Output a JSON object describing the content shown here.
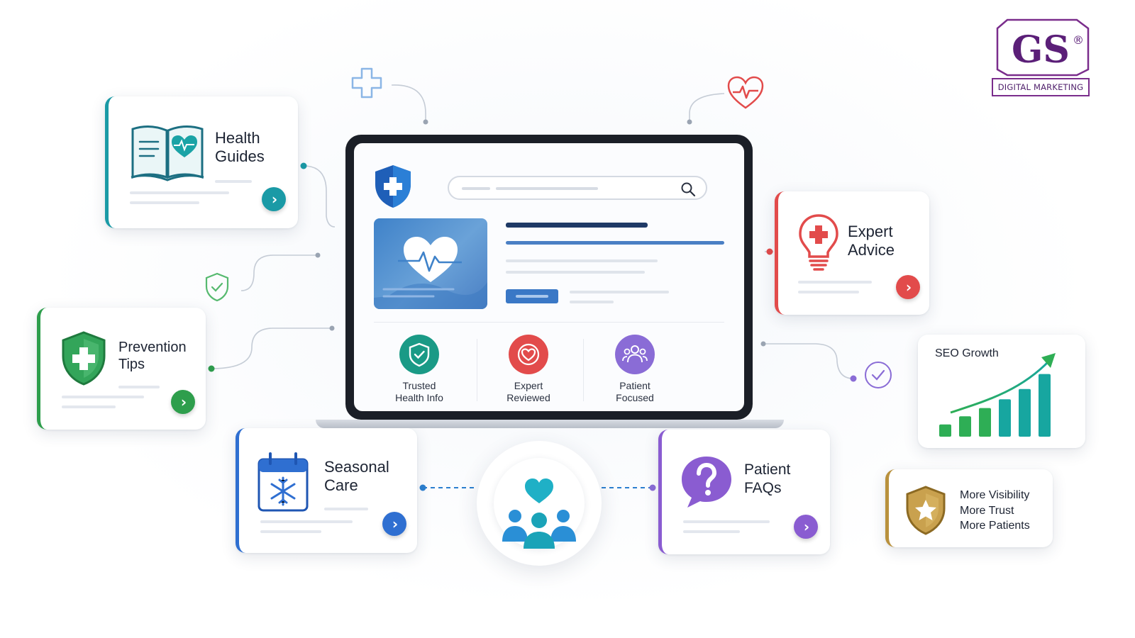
{
  "brand": {
    "logo_text": "GS",
    "registered": "®",
    "tagline": "DIGITAL MARKETING"
  },
  "cards": {
    "health_guides": {
      "title": "Health\nGuides",
      "accent": "#1a9aa6",
      "icon": "open-book-heart-icon"
    },
    "prevention_tips": {
      "title": "Prevention\nTips",
      "accent": "#2e9e4c",
      "icon": "shield-cross-icon"
    },
    "seasonal_care": {
      "title": "Seasonal\nCare",
      "accent": "#2f6fd1",
      "icon": "calendar-snowflake-icon"
    },
    "expert_advice": {
      "title": "Expert\nAdvice",
      "accent": "#e24b4b",
      "icon": "lightbulb-cross-icon"
    },
    "patient_faqs": {
      "title": "Patient\nFAQs",
      "accent": "#8a5cd1",
      "icon": "question-bubble-icon"
    }
  },
  "screen": {
    "features": [
      {
        "label": "Trusted\nHealth Info",
        "color": "#1a9a86",
        "icon": "shield-check-icon"
      },
      {
        "label": "Expert\nReviewed",
        "color": "#e24b4b",
        "icon": "heart-badge-icon"
      },
      {
        "label": "Patient\nFocused",
        "color": "#8a6cd6",
        "icon": "people-icon"
      }
    ]
  },
  "seo": {
    "title": "SEO Growth",
    "bars": [
      0.18,
      0.3,
      0.42,
      0.55,
      0.7,
      0.92
    ],
    "colors": [
      "#2eae55",
      "#17a6a0"
    ]
  },
  "benefits": {
    "lines": [
      "More Visibility",
      "More Trust",
      "More Patients"
    ],
    "accent": "#b9913d",
    "icon": "star-shield-icon"
  }
}
